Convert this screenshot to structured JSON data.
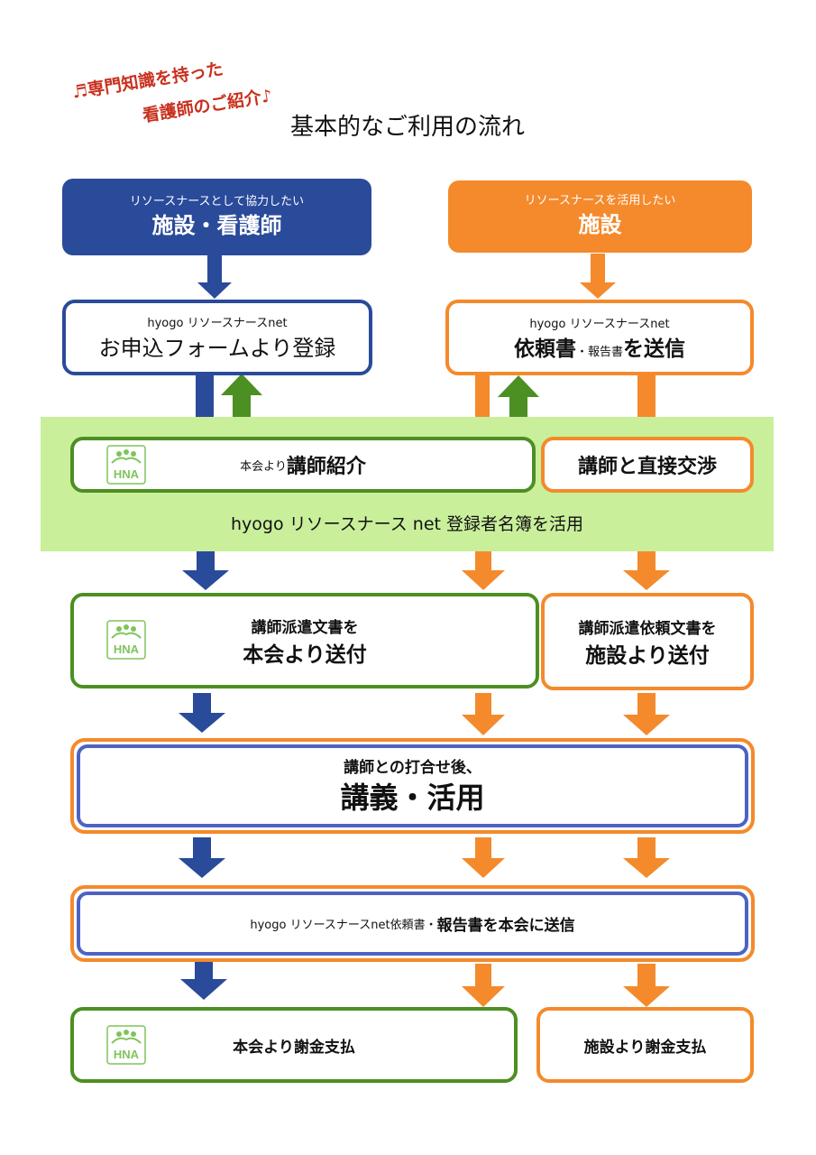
{
  "tagline": {
    "line1": "♬専門知識を持った",
    "line2": "看護師のご紹介♪"
  },
  "title": "基本的なご利用の流れ",
  "left_header": {
    "sub": "リソースナースとして協力したい",
    "main": "施設・看護師"
  },
  "right_header": {
    "sub": "リソースナースを活用したい",
    "main": "施設"
  },
  "register_box": {
    "sub": "hyogo リソースナースnet",
    "main": "お申込フォームより登録"
  },
  "request_box": {
    "sub": "hyogo リソースナースnet",
    "main_a": "依頼書",
    "main_b": "・報告書",
    "main_c": "を送信"
  },
  "introduce_box": {
    "prefix": "本会より",
    "main": "講師紹介"
  },
  "negotiate_box": {
    "main": "講師と直接交渉"
  },
  "band_text": "hyogo リソースナース net 登録者名簿を活用",
  "dispatch_left": {
    "line1": "講師派遣文書を",
    "line2": "本会より送付"
  },
  "dispatch_right": {
    "line1": "講師派遣依頼文書を",
    "line2": "施設より送付"
  },
  "lecture_box": {
    "line1": "講師との打合せ後、",
    "line2": "講義・活用"
  },
  "report_box": {
    "prefix": "hyogo リソースナースnet依頼書・",
    "main": "報告書を本会に送信"
  },
  "pay_left": {
    "main": "本会より謝金支払"
  },
  "pay_right": {
    "main": "施設より謝金支払"
  },
  "logo_text": "HNA",
  "colors": {
    "blue": "#2a4a9a",
    "orange": "#f48a2c",
    "green": "#4c8f22",
    "band": "#c9ef9b",
    "accent_red": "#c9301e"
  }
}
